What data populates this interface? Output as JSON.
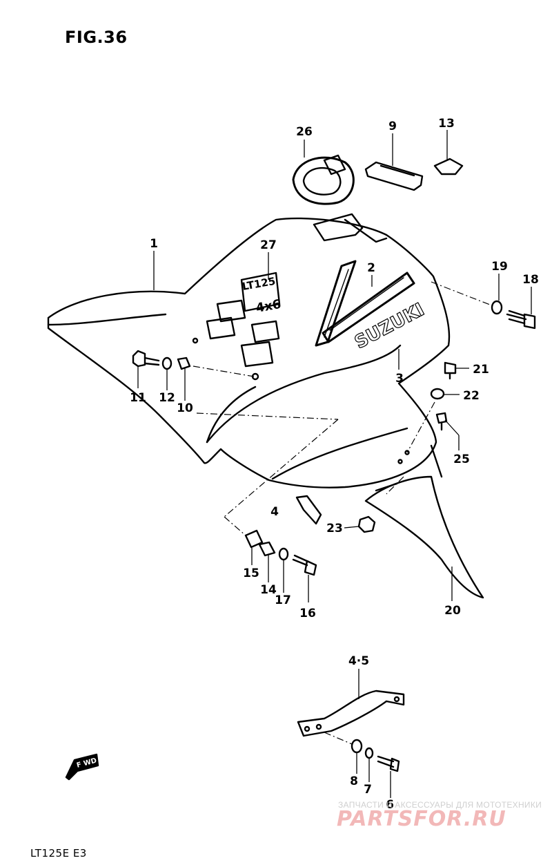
{
  "figure": {
    "title": "FIG.36",
    "model": "LT125E E3"
  },
  "callouts": [
    {
      "id": "c1",
      "label": "1"
    },
    {
      "id": "c2",
      "label": "2"
    },
    {
      "id": "c3",
      "label": "3"
    },
    {
      "id": "c4",
      "label": "4"
    },
    {
      "id": "c45",
      "label": "4·5"
    },
    {
      "id": "c6",
      "label": "6"
    },
    {
      "id": "c7",
      "label": "7"
    },
    {
      "id": "c8",
      "label": "8"
    },
    {
      "id": "c9",
      "label": "9"
    },
    {
      "id": "c10",
      "label": "10"
    },
    {
      "id": "c11",
      "label": "11"
    },
    {
      "id": "c12",
      "label": "12"
    },
    {
      "id": "c13",
      "label": "13"
    },
    {
      "id": "c14",
      "label": "14"
    },
    {
      "id": "c15",
      "label": "15"
    },
    {
      "id": "c16",
      "label": "16"
    },
    {
      "id": "c17",
      "label": "17"
    },
    {
      "id": "c18",
      "label": "18"
    },
    {
      "id": "c19",
      "label": "19"
    },
    {
      "id": "c20",
      "label": "20"
    },
    {
      "id": "c21",
      "label": "21"
    },
    {
      "id": "c22",
      "label": "22"
    },
    {
      "id": "c23",
      "label": "23"
    },
    {
      "id": "c25",
      "label": "25"
    },
    {
      "id": "c26",
      "label": "26"
    },
    {
      "id": "c27",
      "label": "27"
    }
  ],
  "decals": {
    "brand": "SUZUKI",
    "badge": "LT125",
    "badge_drive": "4x6"
  },
  "front_arrow": "F WD",
  "watermark": {
    "tagline": "ЗАПЧАСТИ И АКСЕССУАРЫ ДЛЯ МОТОТЕХНИКИ",
    "site": "PARTSFOR.RU"
  }
}
